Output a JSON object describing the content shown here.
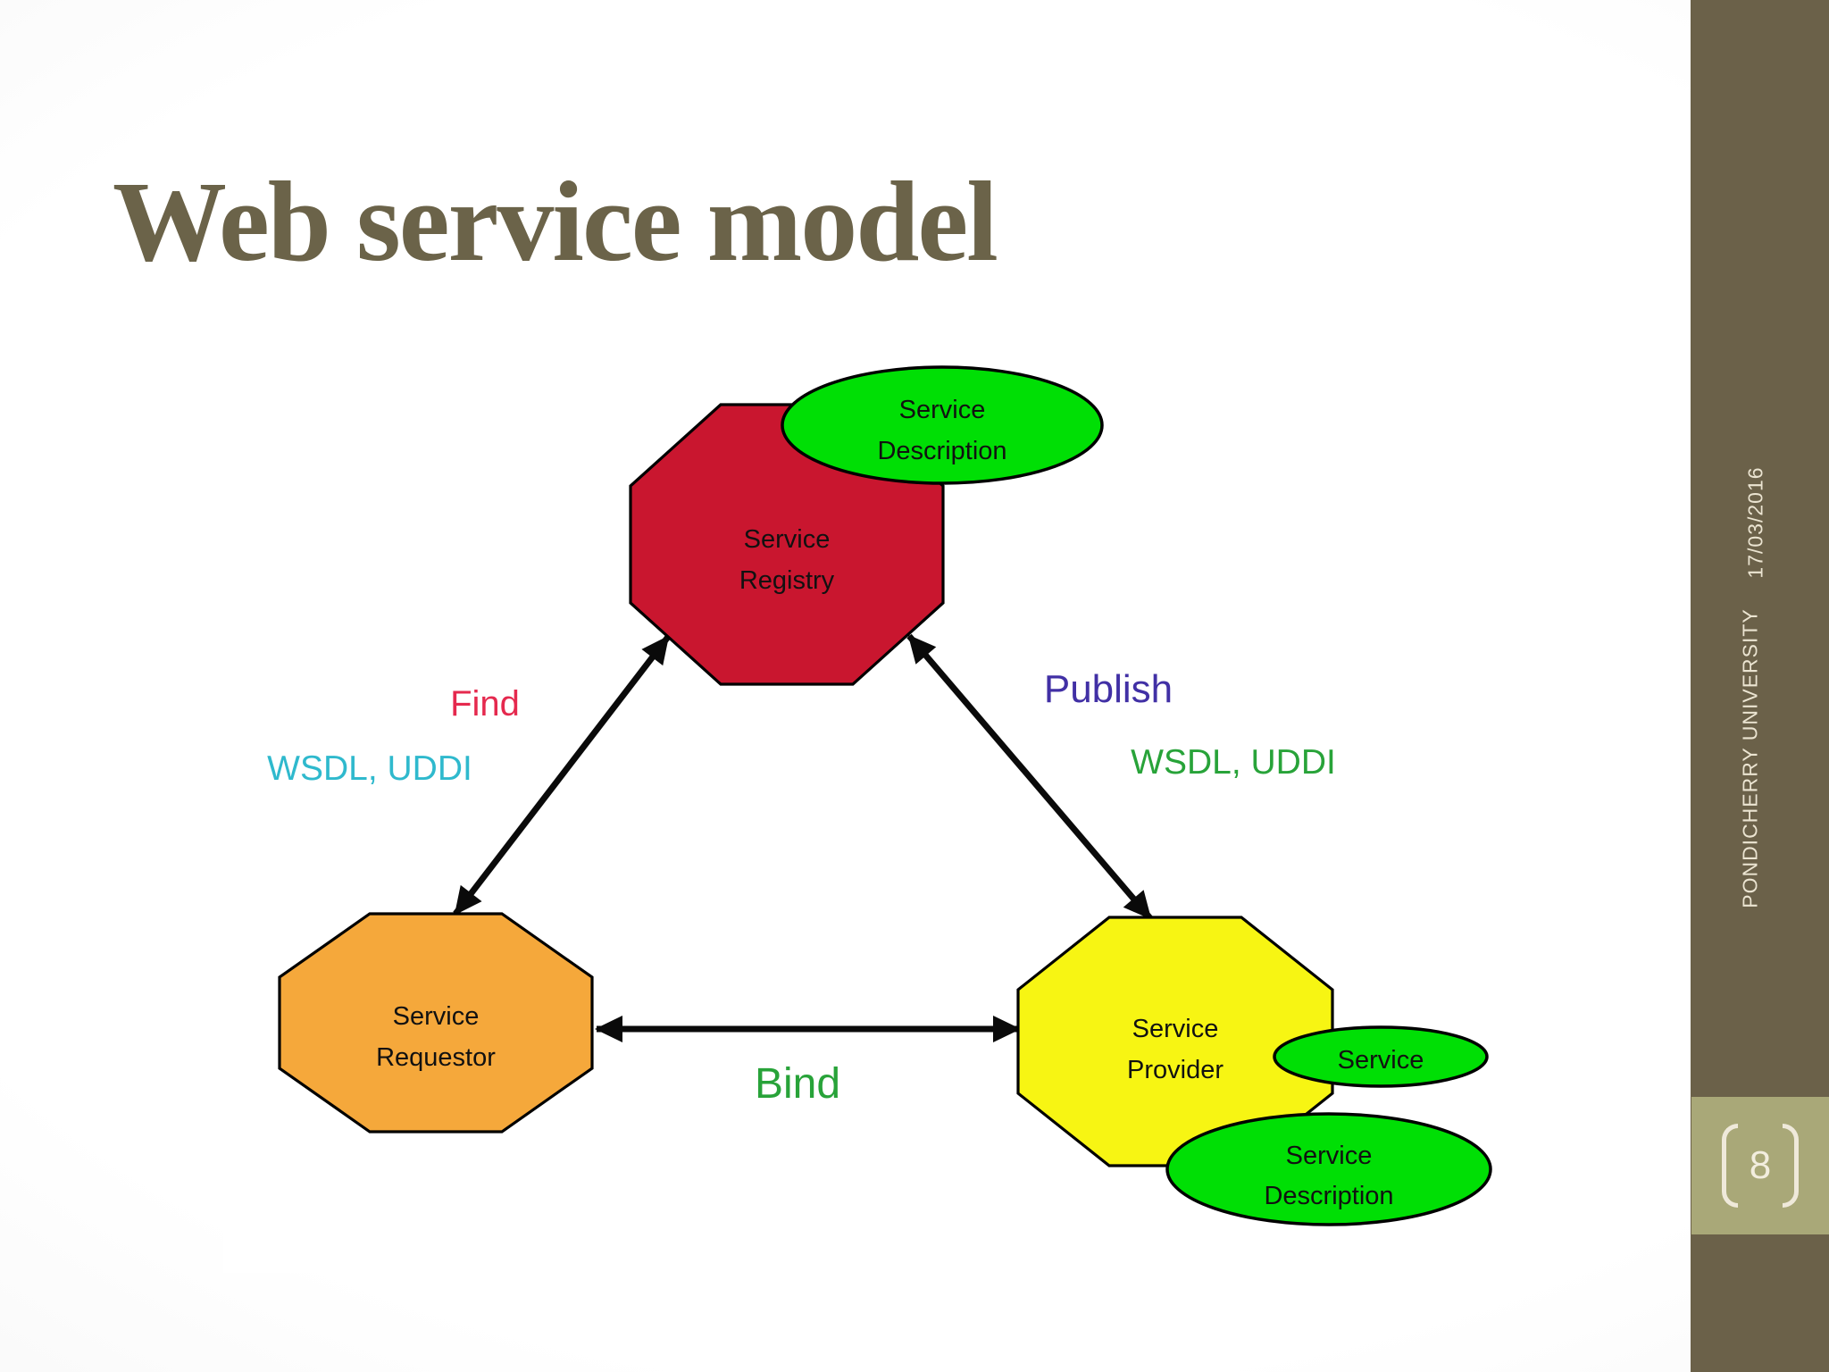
{
  "slide": {
    "title": "Web service model",
    "page_number": "8"
  },
  "sidebar": {
    "date": "17/03/2016",
    "institution": "PONDICHERRY UNIVERSITY"
  },
  "diagram": {
    "registry": {
      "line1": "Service",
      "line2": "Registry"
    },
    "requestor": {
      "line1": "Service",
      "line2": "Requestor"
    },
    "provider": {
      "line1": "Service",
      "line2": "Provider"
    },
    "description_top": {
      "line1": "Service",
      "line2": "Description"
    },
    "service_ellipse": {
      "line1": "Service"
    },
    "description_bottom": {
      "line1": "Service",
      "line2": "Description"
    },
    "labels": {
      "find": "Find",
      "find_protocols": "WSDL, UDDI",
      "publish": "Publish",
      "publish_protocols": "WSDL, UDDI",
      "bind": "Bind"
    }
  },
  "colors": {
    "registry_fill": "#C9162F",
    "requestor_fill": "#F5A83B",
    "provider_fill": "#F7F513",
    "ellipse_fill": "#00DF05",
    "find_label": "#E5294E",
    "find_protocols": "#2FB9CD",
    "publish_label": "#4130A5",
    "publish_protocols": "#28A339",
    "bind_label": "#28A339",
    "arrow_color": "#0a0a0a",
    "sidebar_bg": "#6B6149",
    "pagebox_bg": "#A9A878",
    "sidebar_text": "#EBE4D1",
    "title_color": "#6B6349"
  }
}
